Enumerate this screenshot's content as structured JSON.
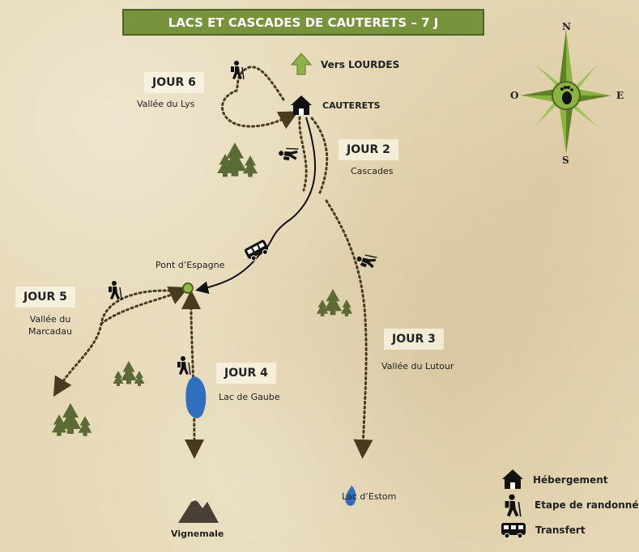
{
  "title": "LACS ET CASCADES DE CAUTERETS – 7 J",
  "compass": {
    "north": "N",
    "south": "S",
    "east": "E",
    "west": "O"
  },
  "places": {
    "lourdes": "Vers LOURDES",
    "cauterets": "CAUTERETS",
    "pont_espagne": "Pont d’Espagne",
    "lac_gaube": "Lac de Gaube",
    "lac_estom": "Lac d’Estom",
    "vignemale": "Vignemale"
  },
  "days": [
    {
      "badge": "JOUR 2",
      "label": "Cascades"
    },
    {
      "badge": "JOUR 3",
      "label": "Vallée du Lutour"
    },
    {
      "badge": "JOUR 4",
      "label": "Lac de Gaube"
    },
    {
      "badge": "JOUR 5",
      "label_line1": "Vallée du",
      "label_line2": "Marcadau"
    },
    {
      "badge": "JOUR 6",
      "label": "Vallée du Lys"
    }
  ],
  "legend": {
    "lodging": "Hébergement",
    "hike": "Etape de randonnée",
    "transfer": "Transfert"
  },
  "colors": {
    "title_bg": "#77933c",
    "tree": "#5c6b35",
    "lake": "#2f6fbd",
    "compass": "#8bb33f",
    "arrow_up": "#8fb34a"
  }
}
